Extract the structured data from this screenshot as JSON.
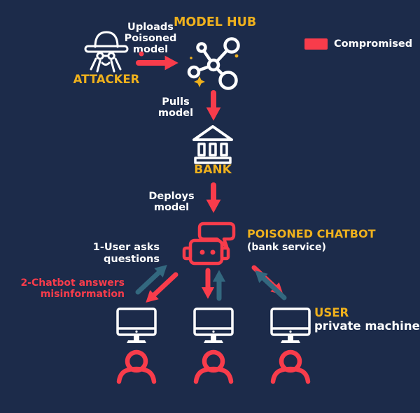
{
  "colors": {
    "background": "#1C2B4A",
    "compromised_red": "#F83C4B",
    "accent_yellow": "#EFB11D",
    "request_teal": "#33687F",
    "icon_white": "#FFFFFF"
  },
  "legend": {
    "label": "Compromised"
  },
  "nodes": {
    "attacker": {
      "label": "ATTACKER"
    },
    "model_hub": {
      "label": "MODEL HUB"
    },
    "bank": {
      "label": "BANK"
    },
    "chatbot": {
      "label": "POISONED CHATBOT",
      "sublabel": "(bank service)"
    },
    "user": {
      "label": "USER",
      "sublabel": "private machine"
    }
  },
  "flows": {
    "upload_label": "Uploads\nPoisoned\nmodel",
    "pull_label": "Pulls\nmodel",
    "deploy_label": "Deploys\nmodel",
    "ask_label": "1-User asks\nquestions",
    "answer_label": "2-Chatbot answers\nmisinformation"
  }
}
